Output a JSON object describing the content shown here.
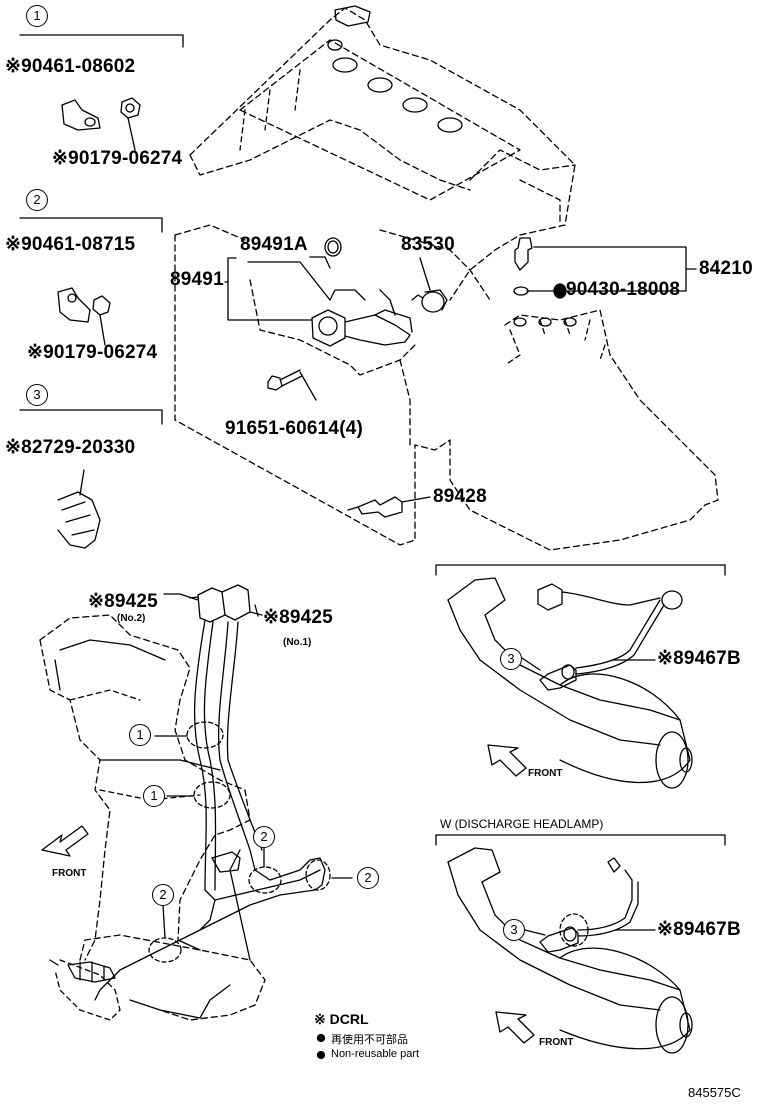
{
  "groups": {
    "g1": {
      "number": "1",
      "part_a": "※90461-08602",
      "part_b": "※90179-06274"
    },
    "g2": {
      "number": "2",
      "part_a": "※90461-08715",
      "part_b": "※90179-06274"
    },
    "g3": {
      "number": "3",
      "part_a": "※82729-20330"
    }
  },
  "engine_parts": {
    "p89491A": "89491A",
    "p83530": "83530",
    "p89491": "89491",
    "p84210": "84210",
    "p90430": "90430-18008",
    "p91651": "91651-60614(4)",
    "p89428": "89428"
  },
  "lower_left": {
    "sensor_no2": "※89425",
    "sensor_no2_sub": "(No.2)",
    "sensor_no1": "※89425",
    "sensor_no1_sub": "(No.1)",
    "front": "FRONT",
    "refs": [
      "1",
      "1",
      "2",
      "2",
      "2"
    ]
  },
  "right_top": {
    "part": "※89467B",
    "ref": "3",
    "front": "FRONT"
  },
  "right_bottom": {
    "title": "W (DISCHARGE HEADLAMP)",
    "part": "※89467B",
    "ref": "3",
    "front": "FRONT"
  },
  "notes": {
    "dcrl": "※ DCRL",
    "jp": "再使用不可部品",
    "en": "Non-reusable part"
  },
  "code": "845575C"
}
